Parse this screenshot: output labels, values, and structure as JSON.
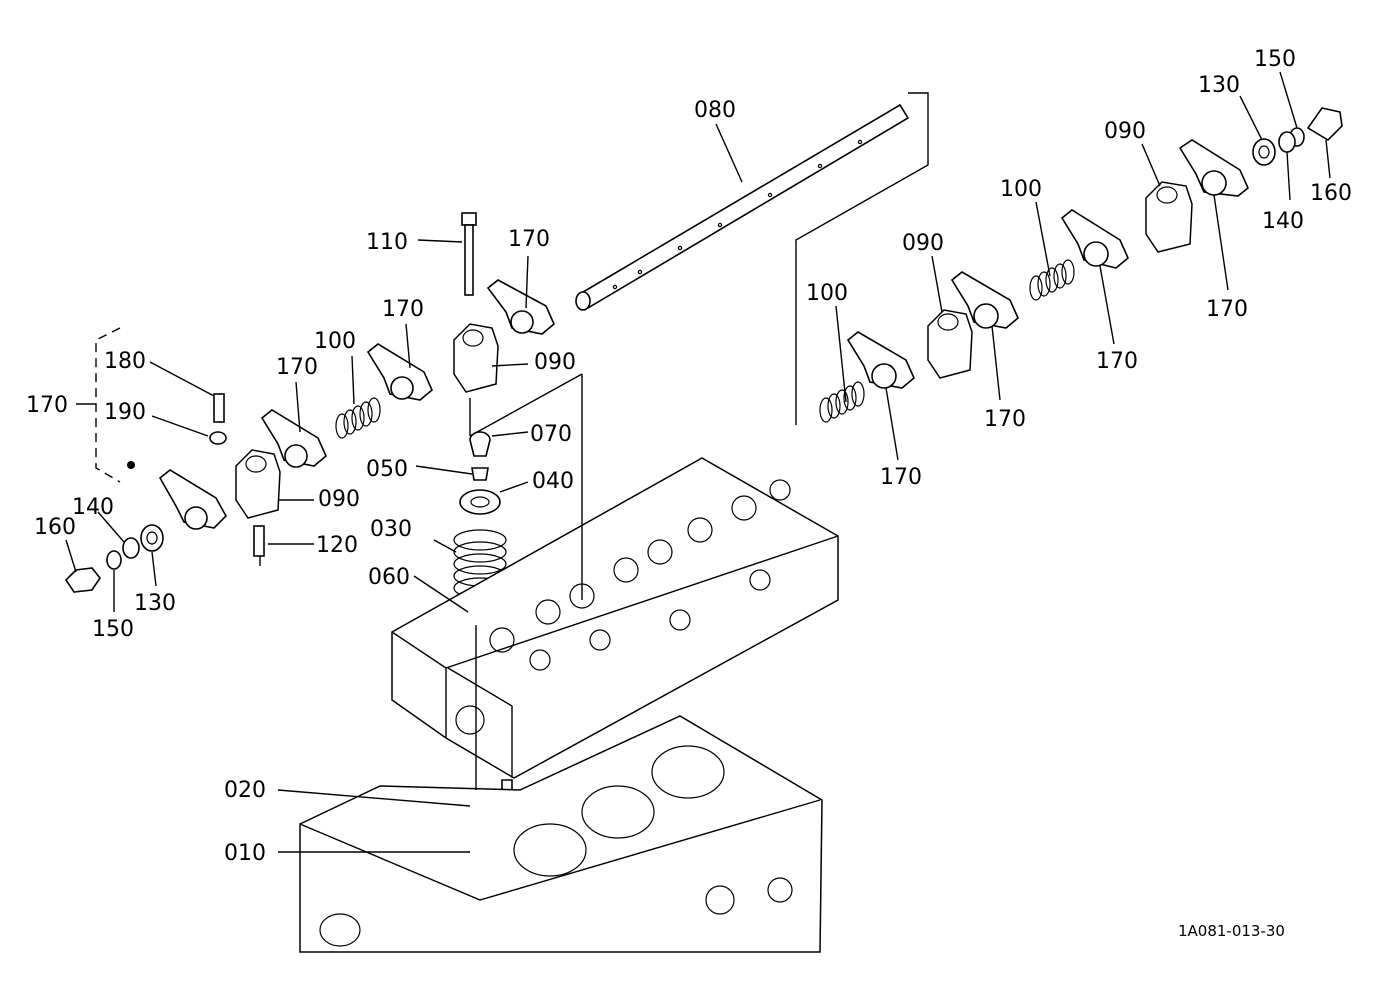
{
  "drawing_code": "1A081-013-30",
  "callouts": [
    {
      "id": "c-080",
      "text": "080"
    },
    {
      "id": "c-150-r",
      "text": "150"
    },
    {
      "id": "c-130-r",
      "text": "130"
    },
    {
      "id": "c-090-r",
      "text": "090"
    },
    {
      "id": "c-160-r",
      "text": "160"
    },
    {
      "id": "c-100-r1",
      "text": "100"
    },
    {
      "id": "c-140-r",
      "text": "140"
    },
    {
      "id": "c-090-r2",
      "text": "090"
    },
    {
      "id": "c-100-r2",
      "text": "100"
    },
    {
      "id": "c-170-r1",
      "text": "170"
    },
    {
      "id": "c-170-r2",
      "text": "170"
    },
    {
      "id": "c-170-r3",
      "text": "170"
    },
    {
      "id": "c-170-r4",
      "text": "170"
    },
    {
      "id": "c-110",
      "text": "110"
    },
    {
      "id": "c-170-a",
      "text": "170"
    },
    {
      "id": "c-170-b",
      "text": "170"
    },
    {
      "id": "c-100-l",
      "text": "100"
    },
    {
      "id": "c-090-c",
      "text": "090"
    },
    {
      "id": "c-170-c",
      "text": "170"
    },
    {
      "id": "c-180",
      "text": "180"
    },
    {
      "id": "c-170-bracket",
      "text": "170"
    },
    {
      "id": "c-190",
      "text": "190"
    },
    {
      "id": "c-070",
      "text": "070"
    },
    {
      "id": "c-050",
      "text": "050"
    },
    {
      "id": "c-040",
      "text": "040"
    },
    {
      "id": "c-090-l",
      "text": "090"
    },
    {
      "id": "c-030",
      "text": "030"
    },
    {
      "id": "c-140-l",
      "text": "140"
    },
    {
      "id": "c-160-l",
      "text": "160"
    },
    {
      "id": "c-120",
      "text": "120"
    },
    {
      "id": "c-130-l",
      "text": "130"
    },
    {
      "id": "c-060",
      "text": "060"
    },
    {
      "id": "c-150-l",
      "text": "150"
    },
    {
      "id": "c-020",
      "text": "020"
    },
    {
      "id": "c-010",
      "text": "010"
    }
  ]
}
